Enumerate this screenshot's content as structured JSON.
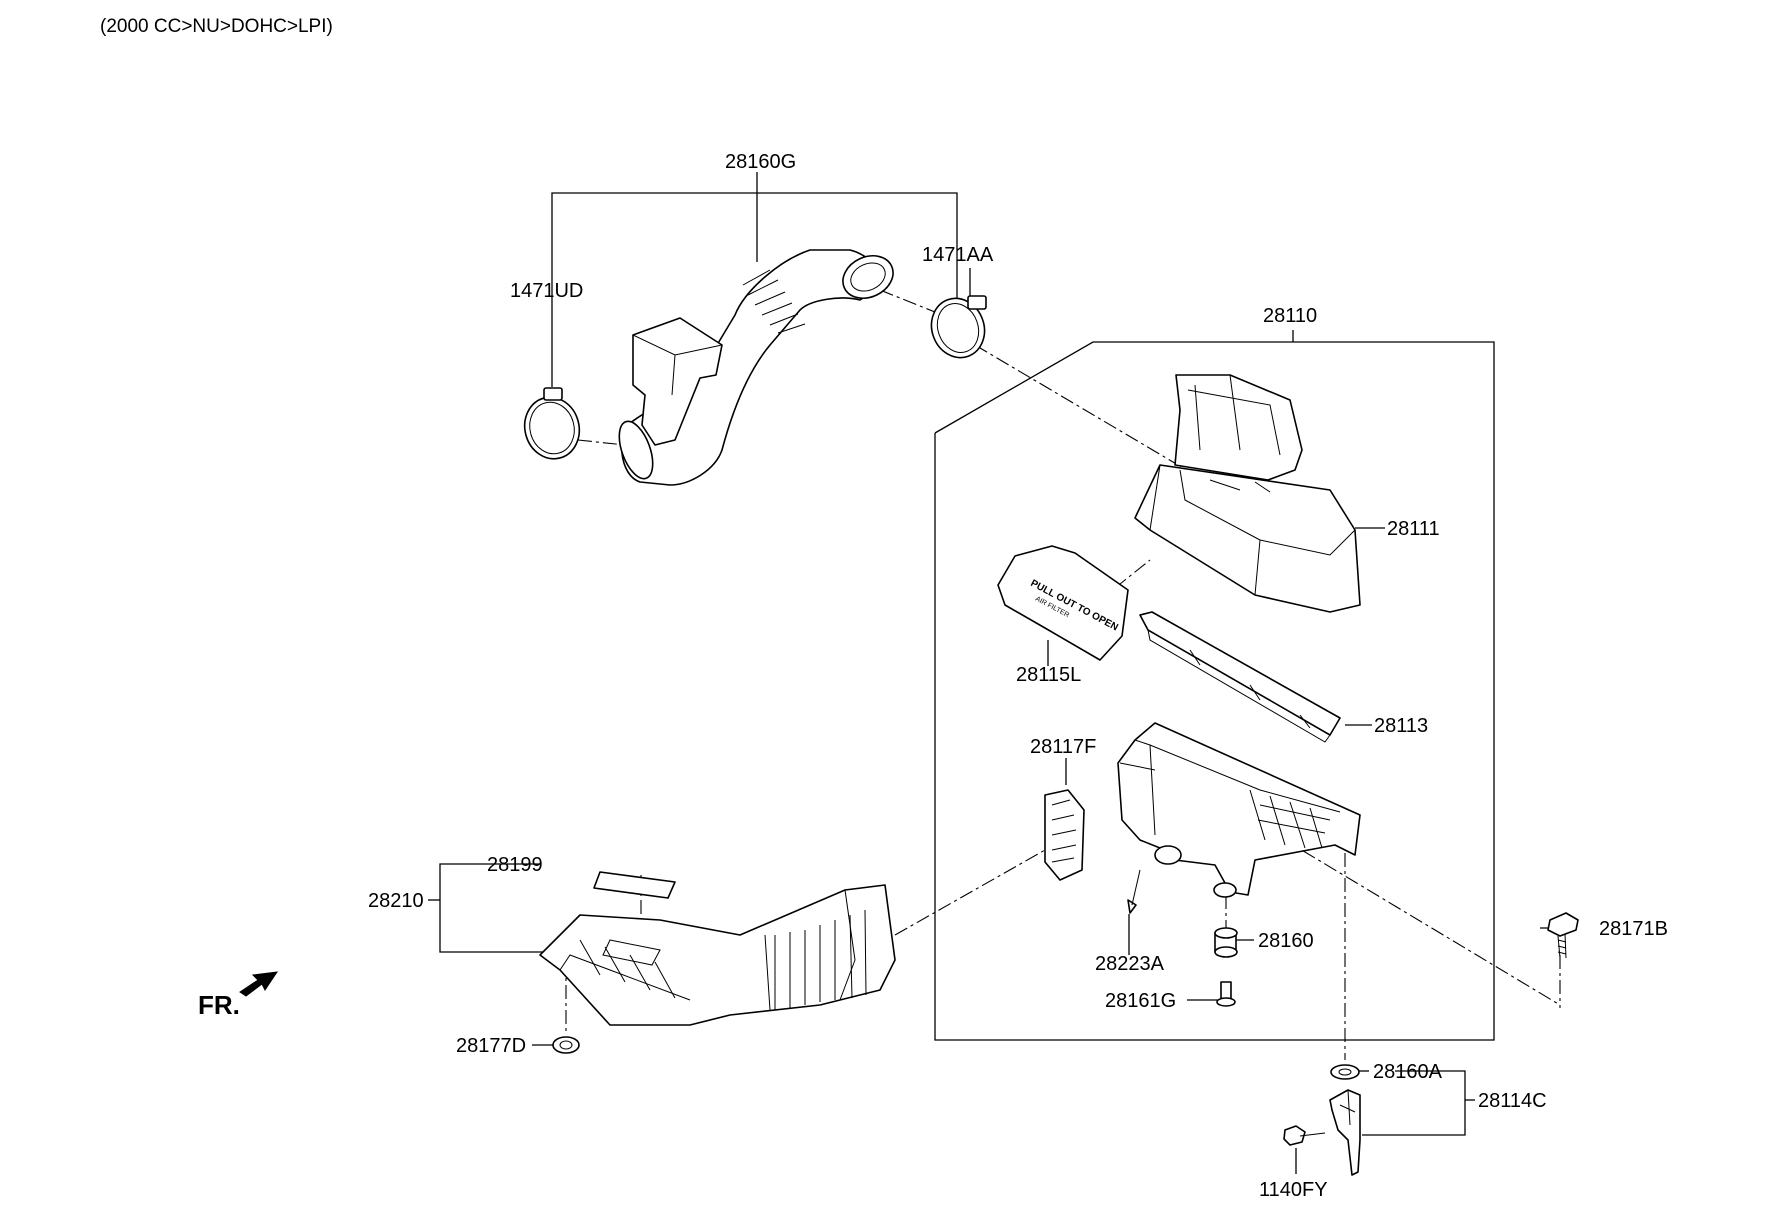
{
  "header": {
    "engine_spec": "(2000 CC>NU>DOHC>LPI)"
  },
  "direction_label": "FR.",
  "labels": {
    "p28160G": "28160G",
    "p1471UD": "1471UD",
    "p1471AA": "1471AA",
    "p28110": "28110",
    "p28111": "28111",
    "p28115L": "28115L",
    "p28113": "28113",
    "p28117F": "28117F",
    "p28199": "28199",
    "p28210": "28210",
    "p28177D": "28177D",
    "p28223A": "28223A",
    "p28160": "28160",
    "p28161G": "28161G",
    "p28171B": "28171B",
    "p28160A": "28160A",
    "p28114C": "28114C",
    "p1140FY": "1140FY"
  },
  "decal_text": {
    "line1": "PULL OUT TO OPEN",
    "line2": "AIR FILTER"
  }
}
